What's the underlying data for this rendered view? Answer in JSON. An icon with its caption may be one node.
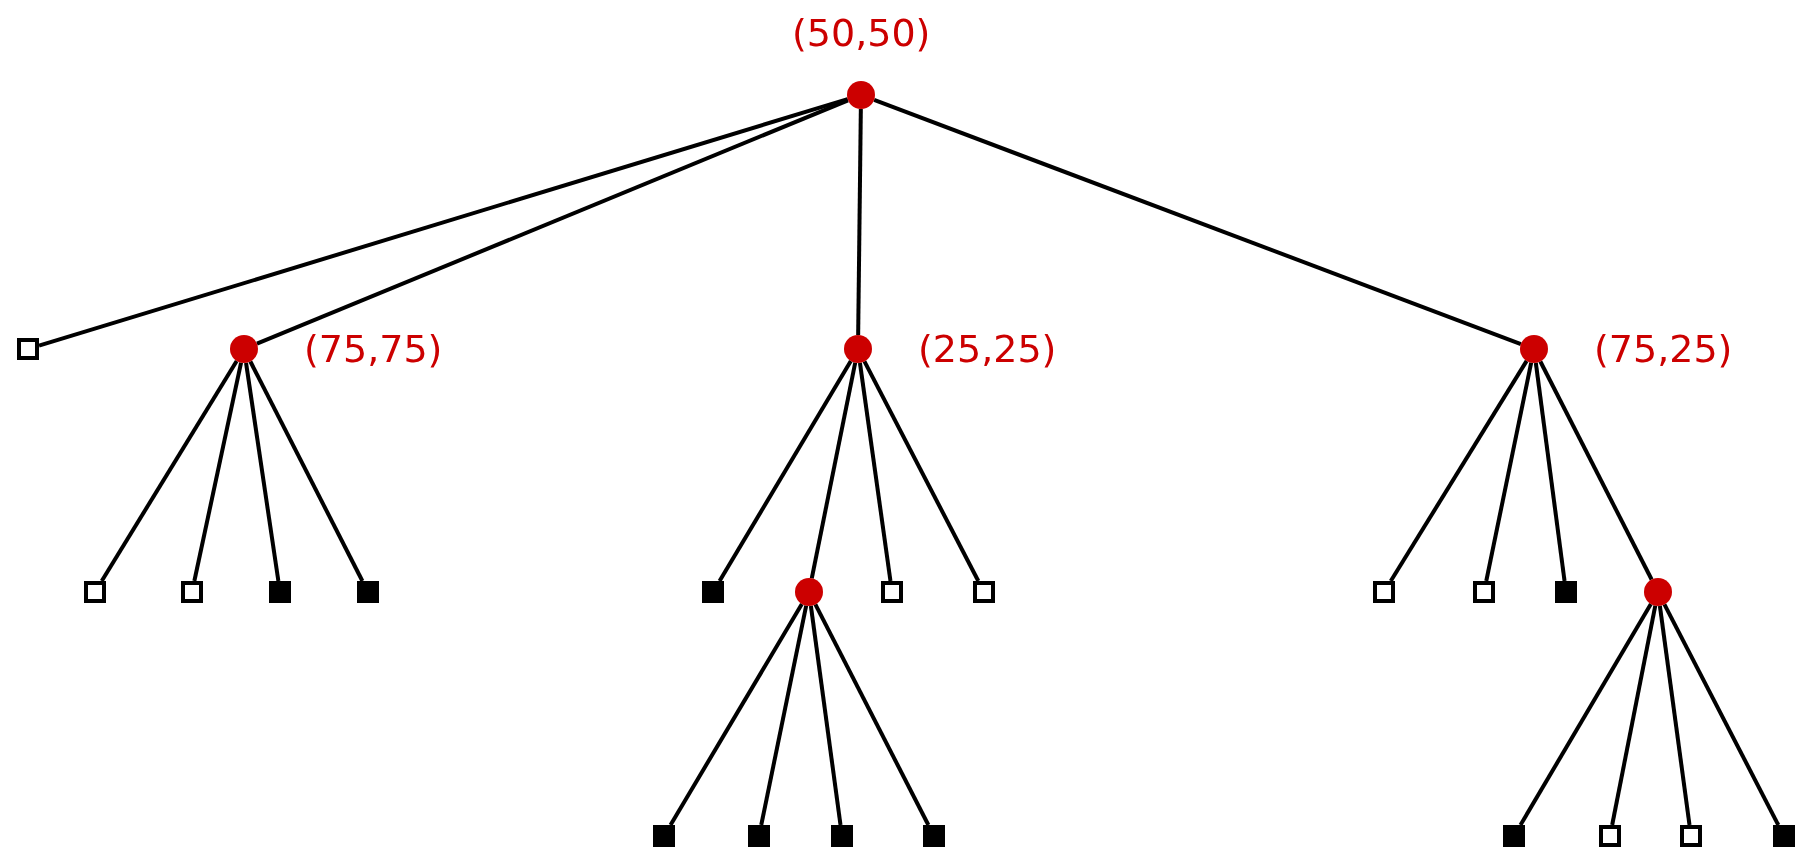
{
  "diagram": {
    "nodes": [
      {
        "text": [],
        "shape": "circle",
        "beside": [
          "(50,50)"
        ]
      },
      {
        "text": [],
        "shape": "box"
      },
      {
        "text": [],
        "shape": "circle",
        "beside": [
          "(75,75)"
        ]
      },
      {
        "text": [],
        "shape": "circle",
        "beside": [
          "(25,25)"
        ]
      },
      {
        "text": [],
        "shape": "circle",
        "beside": [
          "(75,25)"
        ]
      },
      {
        "text": [],
        "shape": "box"
      },
      {
        "text": [],
        "shape": "box"
      },
      {
        "text": [],
        "shape": "box"
      },
      {
        "text": [],
        "shape": "box"
      },
      {
        "text": [],
        "shape": "box"
      },
      {
        "text": [],
        "shape": "circle"
      },
      {
        "text": [],
        "shape": "box"
      },
      {
        "text": [],
        "shape": "box"
      },
      {
        "text": [],
        "shape": "box"
      },
      {
        "text": [],
        "shape": "box"
      },
      {
        "text": [],
        "shape": "box"
      },
      {
        "text": [],
        "shape": "circle"
      },
      {
        "text": [],
        "shape": "box"
      },
      {
        "text": [],
        "shape": "box"
      },
      {
        "text": [],
        "shape": "box"
      },
      {
        "text": [],
        "shape": "box"
      },
      {
        "text": [],
        "shape": "box"
      },
      {
        "text": [],
        "shape": "box"
      },
      {
        "text": [],
        "shape": "box"
      },
      {
        "text": [],
        "shape": "box"
      }
    ],
    "edges": [
      {
        "from": 0,
        "to": 1,
        "arrow": "none"
      },
      {
        "from": 0,
        "to": 2,
        "arrow": "none"
      },
      {
        "from": 0,
        "to": 3,
        "arrow": "none"
      },
      {
        "from": 0,
        "to": 4,
        "arrow": "none"
      },
      {
        "from": 2,
        "to": 5,
        "arrow": "none"
      },
      {
        "from": 2,
        "to": 6,
        "arrow": "none"
      },
      {
        "from": 2,
        "to": 7,
        "arrow": "none"
      },
      {
        "from": 2,
        "to": 8,
        "arrow": "none"
      },
      {
        "from": 3,
        "to": 9,
        "arrow": "none"
      },
      {
        "from": 3,
        "to": 10,
        "arrow": "none"
      },
      {
        "from": 3,
        "to": 11,
        "arrow": "none"
      },
      {
        "from": 3,
        "to": 12,
        "arrow": "none"
      },
      {
        "from": 4,
        "to": 13,
        "arrow": "none"
      },
      {
        "from": 4,
        "to": 14,
        "arrow": "none"
      },
      {
        "from": 4,
        "to": 15,
        "arrow": "none"
      },
      {
        "from": 4,
        "to": 16,
        "arrow": "none"
      },
      {
        "from": 10,
        "to": 17,
        "arrow": "none"
      },
      {
        "from": 10,
        "to": 18,
        "arrow": "none"
      },
      {
        "from": 10,
        "to": 19,
        "arrow": "none"
      },
      {
        "from": 10,
        "to": 20,
        "arrow": "none"
      },
      {
        "from": 16,
        "to": 21,
        "arrow": "none"
      },
      {
        "from": 16,
        "to": 22,
        "arrow": "none"
      },
      {
        "from": 16,
        "to": 23,
        "arrow": "none"
      },
      {
        "from": 16,
        "to": 24,
        "arrow": "none"
      }
    ]
  }
}
